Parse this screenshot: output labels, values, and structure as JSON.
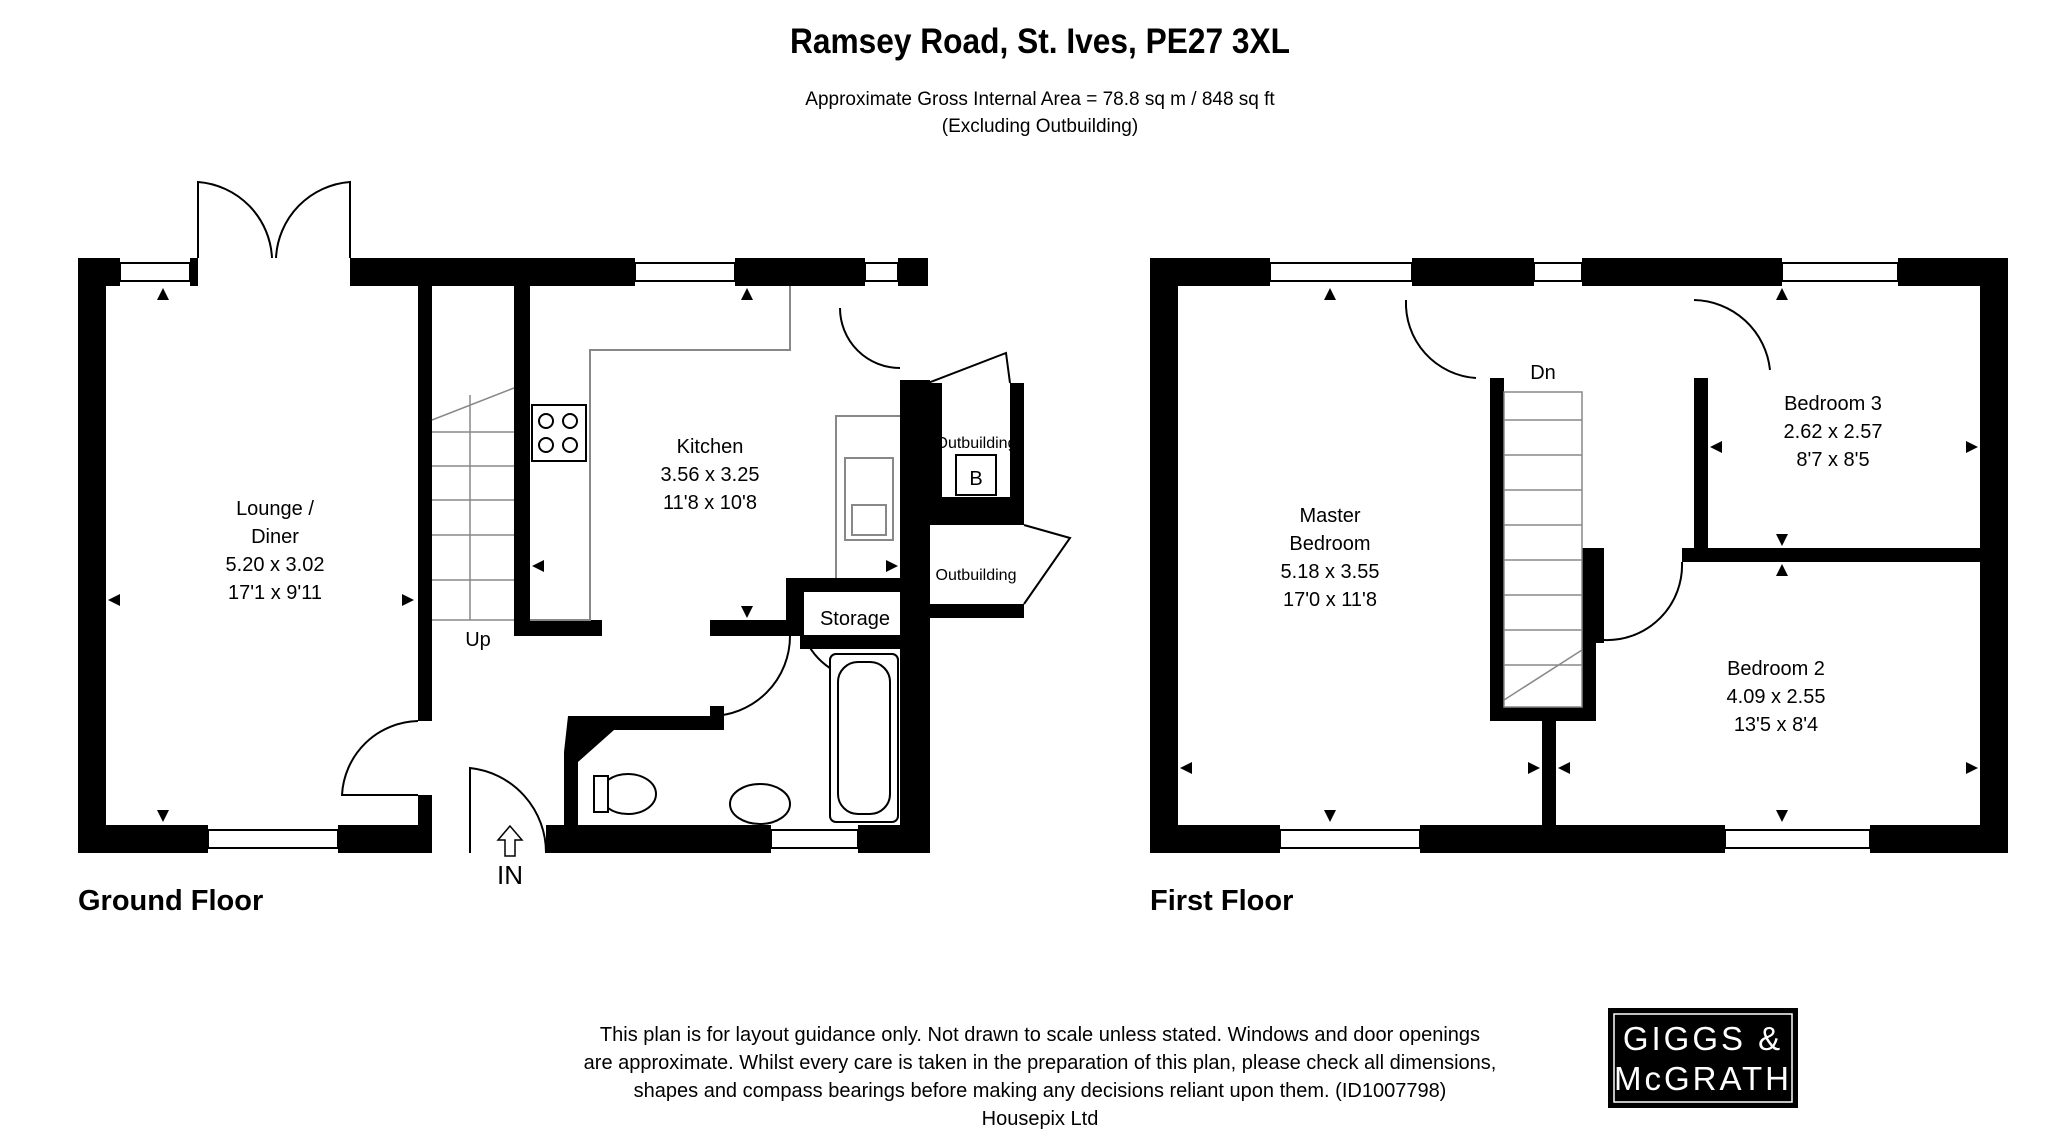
{
  "header": {
    "title": "Ramsey Road, St. Ives, PE27 3XL",
    "area": "Approximate Gross Internal Area = 78.8 sq m / 848 sq ft",
    "area_note": "(Excluding Outbuilding)"
  },
  "ground_floor": {
    "label": "Ground Floor",
    "entrance": "IN",
    "stairs": "Up",
    "rooms": {
      "lounge": {
        "name_line1": "Lounge /",
        "name_line2": "Diner",
        "metric": "5.20 x 3.02",
        "imperial": "17'1 x 9'11"
      },
      "kitchen": {
        "name": "Kitchen",
        "metric": "3.56 x 3.25",
        "imperial": "11'8 x 10'8"
      },
      "outbuilding_1": {
        "name": "Outbuilding",
        "marker": "B"
      },
      "outbuilding_2": {
        "name": "Outbuilding"
      },
      "storage": {
        "name": "Storage"
      }
    }
  },
  "first_floor": {
    "label": "First Floor",
    "stairs": "Dn",
    "rooms": {
      "master": {
        "name_line1": "Master",
        "name_line2": "Bedroom",
        "metric": "5.18 x 3.55",
        "imperial": "17'0 x 11'8"
      },
      "bedroom3": {
        "name": "Bedroom 3",
        "metric": "2.62 x 2.57",
        "imperial": "8'7 x 8'5"
      },
      "bedroom2": {
        "name": "Bedroom 2",
        "metric": "4.09 x 2.55",
        "imperial": "13'5 x 8'4"
      }
    }
  },
  "disclaimer": {
    "line1": "This plan is for layout guidance only. Not drawn to scale unless stated. Windows and door openings",
    "line2": "are approximate. Whilst every care is taken in the preparation of this plan, please check all dimensions,",
    "line3": "shapes and compass bearings before making any decisions reliant upon them. (ID1007798)",
    "line4": "Housepix Ltd"
  },
  "logo": {
    "line1": "GIGGS &",
    "line2": "McGRATH"
  },
  "colors": {
    "wall": "#000000",
    "fixture": "#888888",
    "background": "#ffffff"
  }
}
